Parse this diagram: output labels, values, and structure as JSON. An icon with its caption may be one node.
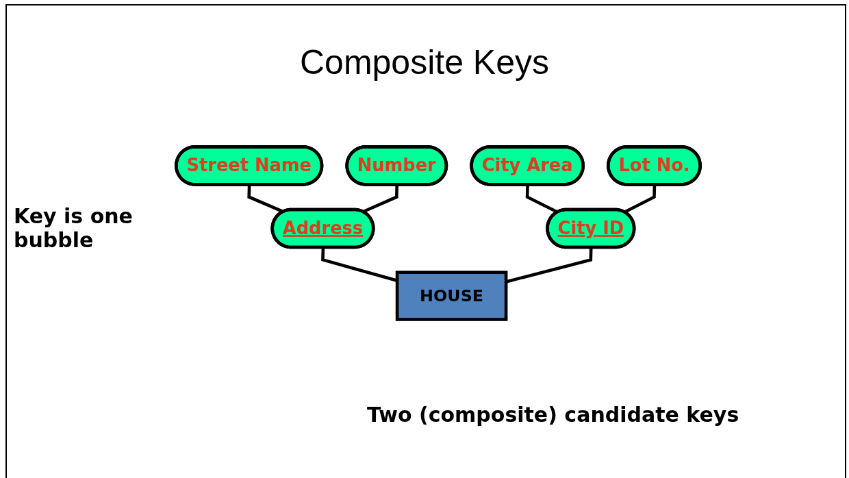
{
  "diagram": {
    "title": "Composite Keys",
    "nodes": [
      {
        "text": [
          "HOUSE"
        ]
      },
      {
        "text": [
          "Address"
        ]
      },
      {
        "text": [
          "Street Name"
        ]
      },
      {
        "text": [
          "Number"
        ]
      },
      {
        "text": [
          "City ID"
        ]
      },
      {
        "text": [
          "City Area"
        ]
      },
      {
        "text": [
          "Lot No."
        ]
      }
    ],
    "edges": [
      {
        "from": 0,
        "to": 1,
        "arrow": "none"
      },
      {
        "from": 0,
        "to": 4,
        "arrow": "none"
      },
      {
        "from": 1,
        "to": 2,
        "arrow": "none"
      },
      {
        "from": 1,
        "to": 3,
        "arrow": "none"
      },
      {
        "from": 4,
        "to": 5,
        "arrow": "none"
      },
      {
        "from": 4,
        "to": 6,
        "arrow": "none"
      }
    ],
    "labels": [
      "Key is one bubble",
      "Two (composite) candidate keys"
    ]
  }
}
